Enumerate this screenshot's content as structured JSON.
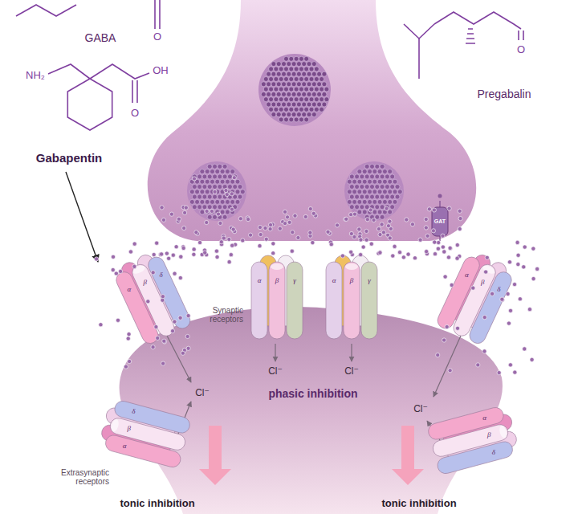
{
  "diagram": {
    "labels": [
      "GABA",
      "O",
      "NH₂",
      "OH",
      "O",
      "Gabapentin",
      "Pregabalin",
      "O",
      "GAT",
      "Synaptic receptors",
      "Cl⁻",
      "Cl⁻",
      "Cl⁻",
      "Cl⁻",
      "phasic inhibition",
      "Extrasynaptic receptors",
      "tonic inhibition",
      "tonic inhibition",
      "α",
      "β",
      "δ",
      "α",
      "β",
      "γ",
      "α",
      "β",
      "γ",
      "α",
      "β",
      "δ",
      "α",
      "β",
      "δ",
      "α",
      "β",
      "δ"
    ]
  }
}
